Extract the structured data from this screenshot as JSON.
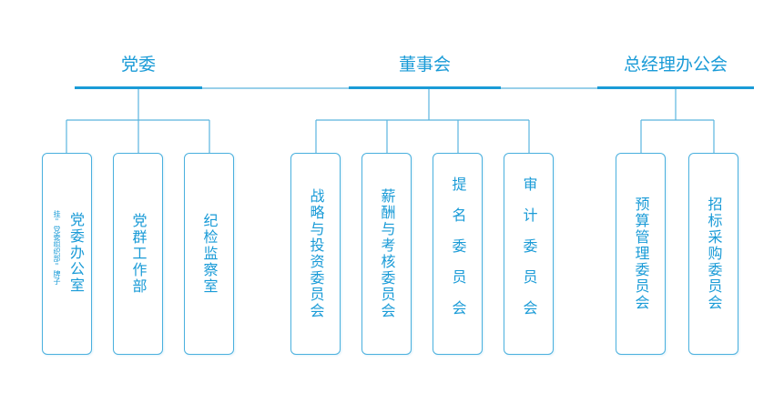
{
  "headers": {
    "party": "党委",
    "board": "董事会",
    "gm": "总经理办公会"
  },
  "units": {
    "party_office": "党委办公室",
    "party_office_note": "挂\"党委组织部\"牌子",
    "party_work": "党群工作部",
    "discipline": "纪检监察室",
    "strategy": "战略与投资委员会",
    "compensation": "薪酬与考核委员会",
    "nomination": "提名委员会",
    "audit": "审计委员会",
    "budget": "预算管理委员会",
    "procurement": "招标采购委员会"
  },
  "colors": {
    "primary": "#1a9bd7",
    "box_border": "#4ab0de"
  }
}
